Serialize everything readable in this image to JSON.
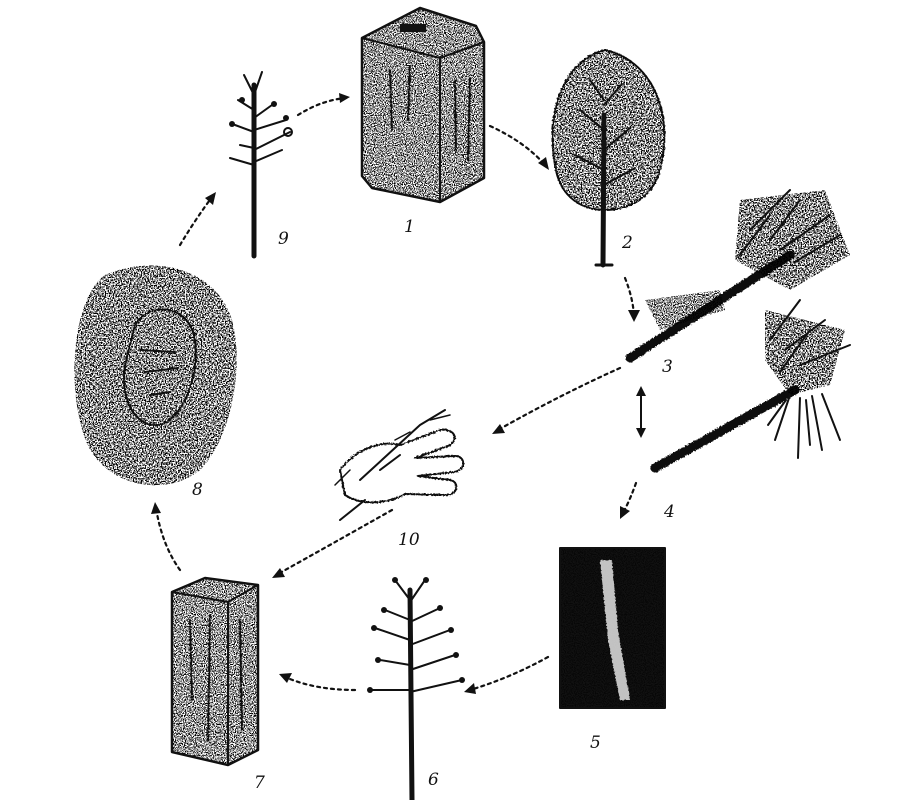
{
  "stage_labels": {
    "s1": "1",
    "s2": "2",
    "s3": "3",
    "s4": "4",
    "s5": "5",
    "s6": "6",
    "s7": "7",
    "s8": "8",
    "s9": "9",
    "s10": "10"
  },
  "ink_color": "#111111"
}
